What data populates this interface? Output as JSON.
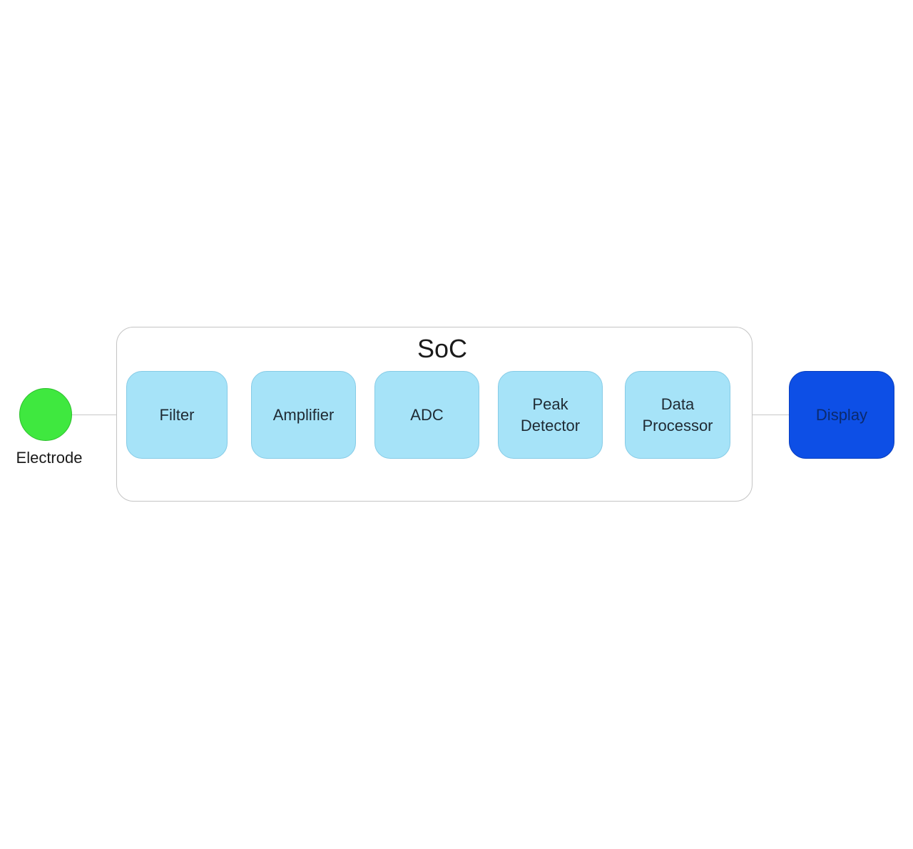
{
  "diagram": {
    "soc_title": "SoC",
    "electrode": {
      "label": "Electrode",
      "color": "#3fe83f"
    },
    "blocks": [
      {
        "label": "Filter"
      },
      {
        "label": "Amplifier"
      },
      {
        "label": "ADC"
      },
      {
        "label": "Peak\nDetector"
      },
      {
        "label": "Data\nProcessor"
      }
    ],
    "display": {
      "label": "Display",
      "color": "#0d4fe6"
    },
    "colors": {
      "block_fill": "#a6e3f8",
      "connector": "#c8c8c8"
    }
  }
}
